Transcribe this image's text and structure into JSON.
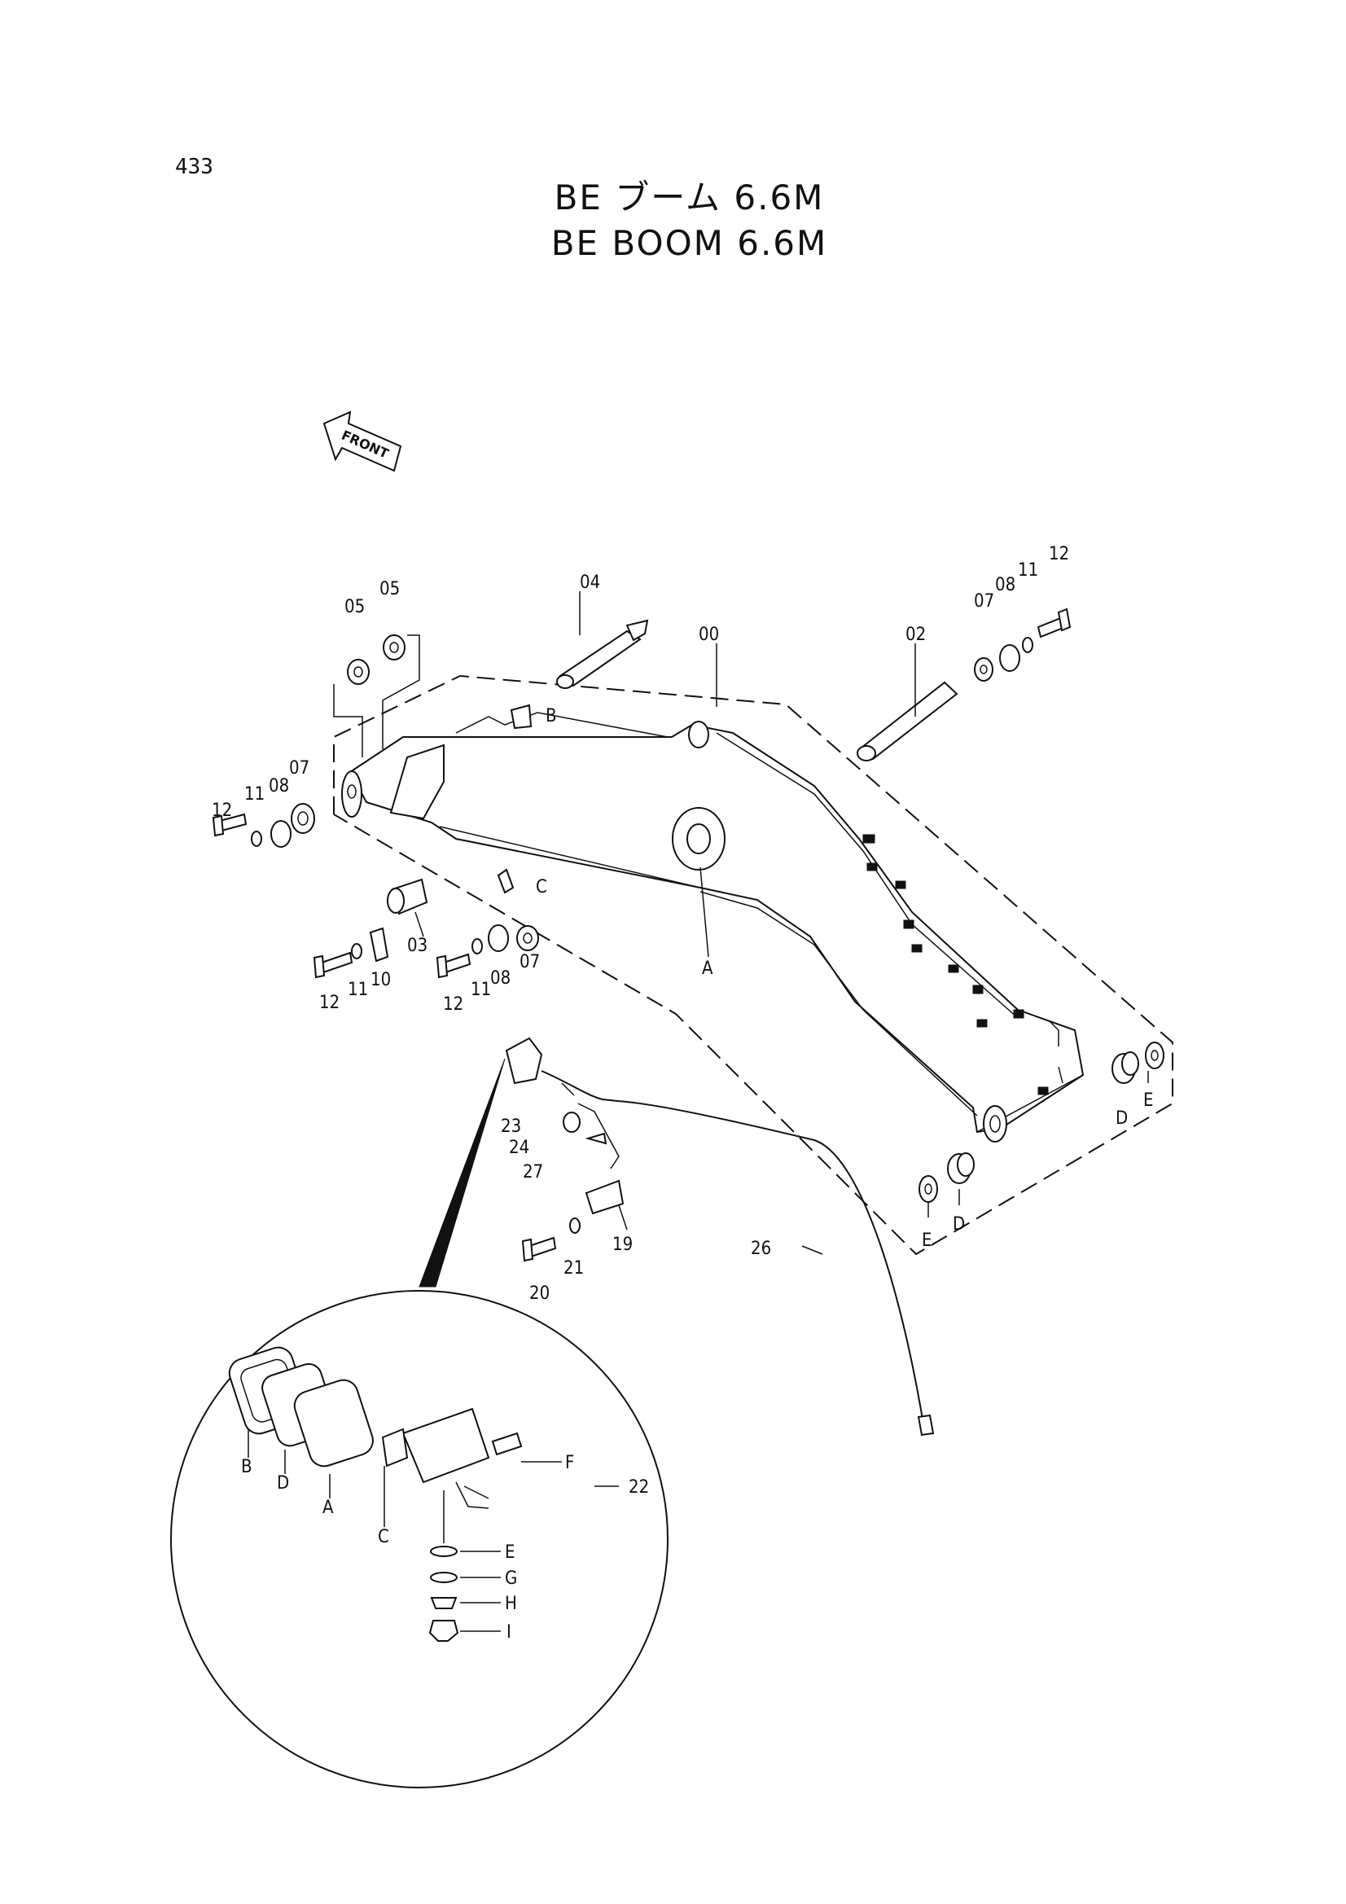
{
  "page": {
    "number": "433"
  },
  "title": {
    "line1": "BE ブーム 6.6M",
    "line2": "BE BOOM 6.6M"
  },
  "direction": {
    "front_label": "FRONT"
  },
  "callouts": {
    "c00": "00",
    "c02": "02",
    "c03": "03",
    "c04": "04",
    "c05a": "05",
    "c05b": "05",
    "c07a": "07",
    "c07b": "07",
    "c07c": "07",
    "c08a": "08",
    "c08b": "08",
    "c08c": "08",
    "c10": "10",
    "c11a": "11",
    "c11b": "11",
    "c11c": "11",
    "c11d": "11",
    "c12a": "12",
    "c12b": "12",
    "c12c": "12",
    "c12d": "12",
    "c19": "19",
    "c20": "20",
    "c21": "21",
    "c22": "22",
    "c23": "23",
    "c24": "24",
    "c26": "26",
    "c27": "27",
    "cA": "A",
    "cB": "B",
    "cC": "C",
    "cD1": "D",
    "cD2": "D",
    "cE1": "E",
    "cE2": "E"
  },
  "detail_callouts": {
    "A": "A",
    "B": "B",
    "C": "C",
    "D": "D",
    "E": "E",
    "F": "F",
    "G": "G",
    "H": "H",
    "I": "I"
  }
}
